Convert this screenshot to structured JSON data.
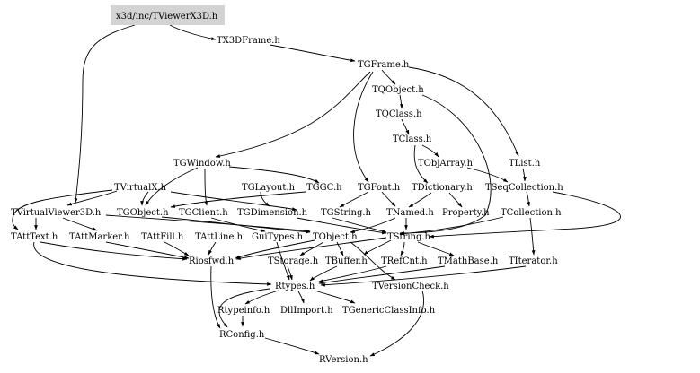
{
  "root": "x3d/inc/TViewerX3D.h",
  "nodes": {
    "root": "x3d/inc/TViewerX3D.h",
    "tx3dframe": "TX3DFrame.h",
    "tgframe": "TGFrame.h",
    "tqobject": "TQObject.h",
    "tqclass": "TQClass.h",
    "tclass": "TClass.h",
    "tobjarray": "TObjArray.h",
    "tlist": "TList.h",
    "tgwindow": "TGWindow.h",
    "tvirtualx": "TVirtualX.h",
    "tglayout": "TGLayout.h",
    "tggc": "TGGC.h",
    "tgfont": "TGFont.h",
    "tdictionary": "TDictionary.h",
    "tseqcollection": "TSeqCollection.h",
    "tvirtualviewer3d": "TVirtualViewer3D.h",
    "tgobject": "TGObject.h",
    "tgclient": "TGClient.h",
    "tgdimension": "TGDimension.h",
    "tgstring": "TGString.h",
    "tnamed": "TNamed.h",
    "property": "Property.h",
    "tcollection": "TCollection.h",
    "tatttext": "TAttText.h",
    "tattmarker": "TAttMarker.h",
    "tattfill": "TAttFill.h",
    "tattline": "TAttLine.h",
    "guitypes": "GuiTypes.h",
    "tobject": "TObject.h",
    "tstring": "TString.h",
    "riosfwd": "Riosfwd.h",
    "tstorage": "TStorage.h",
    "tbuffer": "TBuffer.h",
    "trefcnt": "TRefCnt.h",
    "tmathbase": "TMathBase.h",
    "titerator": "TIterator.h",
    "rtypes": "Rtypes.h",
    "tversioncheck": "TVersionCheck.h",
    "rtypeinfo": "Rtypeinfo.h",
    "dllimport": "DllImport.h",
    "tgenericclassinfo": "TGenericClassInfo.h",
    "rconfig": "RConfig.h",
    "rversion": "RVersion.h"
  },
  "colors": {
    "root_fill": "#d3d3d3",
    "edge": "#000000",
    "text": "#000000",
    "background": "#ffffff"
  }
}
